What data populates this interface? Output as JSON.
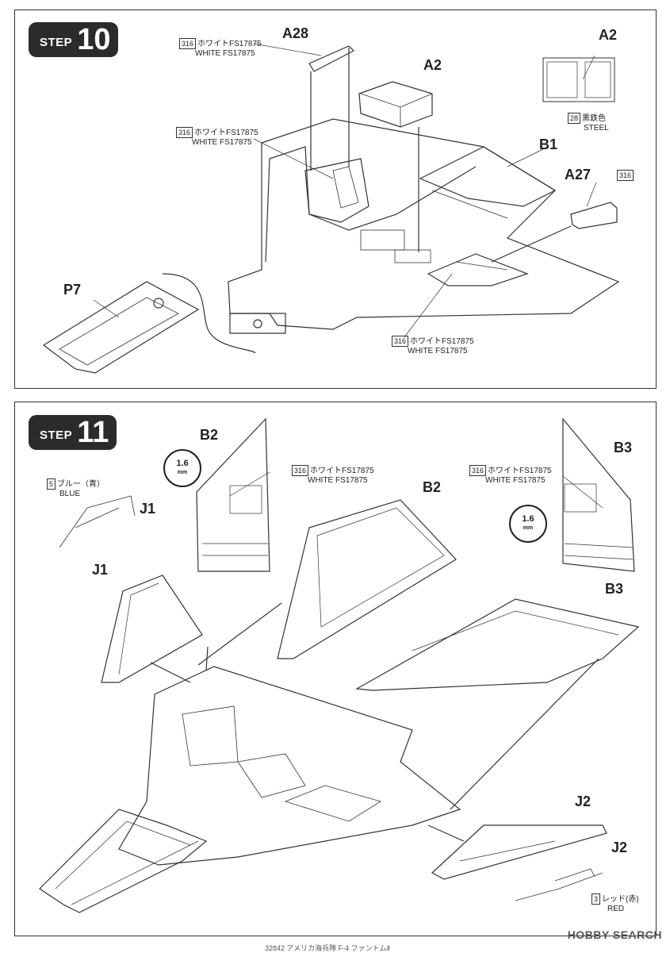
{
  "step10": {
    "word": "STEP",
    "number": "10",
    "labels": {
      "a28": "A28",
      "a2_top": "A2",
      "a2_right": "A2",
      "b1": "B1",
      "a27": "A27",
      "p7": "P7"
    },
    "paints": {
      "a28_code": "316",
      "a28_jp": "ホワイトFS17875",
      "a28_en": "WHITE FS17875",
      "cockpit_code": "316",
      "cockpit_jp": "ホワイトFS17875",
      "cockpit_en": "WHITE FS17875",
      "bay_code": "316",
      "bay_jp": "ホワイトFS17875",
      "bay_en": "WHITE FS17875",
      "steel_code": "28",
      "steel_jp": "黒鉄色",
      "steel_en": "STEEL",
      "a27_code": "316"
    }
  },
  "step11": {
    "word": "STEP",
    "number": "11",
    "labels": {
      "b2_top": "B2",
      "b2_mid": "B2",
      "b3_top": "B3",
      "b3_mid": "B3",
      "j1_top": "J1",
      "j1_mid": "J1",
      "j2_top": "J2",
      "j2_low": "J2"
    },
    "paints": {
      "b2_code": "316",
      "b2_jp": "ホワイトFS17875",
      "b2_en": "WHITE FS17875",
      "b3_code": "316",
      "b3_jp": "ホワイトFS17875",
      "b3_en": "WHITE FS17875",
      "blue_code": "5",
      "blue_jp": "ブルー（青）",
      "blue_en": "BLUE",
      "red_code": "3",
      "red_jp": "レッド(赤)",
      "red_en": "RED"
    },
    "drill_left": {
      "value": "1.6",
      "unit": "mm"
    },
    "drill_right": {
      "value": "1.6",
      "unit": "mm"
    }
  },
  "footer": "32842 アメリカ海兵隊 F-4 ファントムⅡ",
  "watermark": "HOBBY SEARCH"
}
